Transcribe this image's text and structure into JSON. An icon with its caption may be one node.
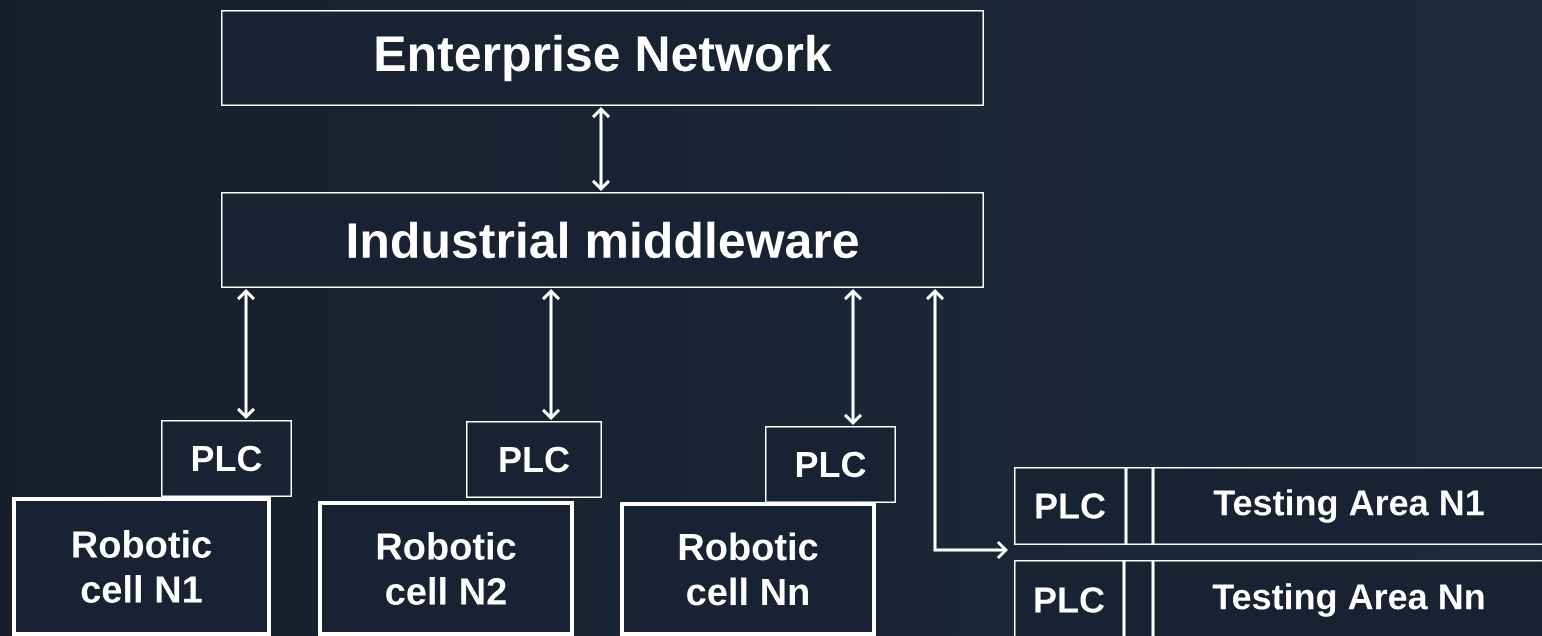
{
  "diagram": {
    "nodes": [
      {
        "text": [
          "Enterprise Network"
        ]
      },
      {
        "text": [
          "Industrial middleware"
        ]
      },
      {
        "text": [
          "PLC"
        ]
      },
      {
        "text": [
          "Robotic cell N1"
        ]
      },
      {
        "text": [
          "PLC"
        ]
      },
      {
        "text": [
          "Robotic cell N2"
        ]
      },
      {
        "text": [
          "PLC"
        ]
      },
      {
        "text": [
          "Robotic cell Nn"
        ]
      },
      {
        "text": [
          "PLC"
        ]
      },
      {
        "text": [],
        "shape": "box"
      },
      {
        "text": [
          "Testing Area N1"
        ]
      },
      {
        "text": [
          "PLC"
        ]
      },
      {
        "text": [],
        "shape": "box"
      },
      {
        "text": [
          "Testing Area Nn"
        ]
      }
    ],
    "edges": [
      {
        "from": 0,
        "to": 1,
        "arrow": "both"
      },
      {
        "from": 1,
        "to": 2,
        "arrow": "both"
      },
      {
        "from": 1,
        "to": 4,
        "arrow": "both"
      },
      {
        "from": 1,
        "to": 6,
        "arrow": "both"
      },
      {
        "from": 1,
        "to": 8,
        "arrow": "both"
      }
    ]
  }
}
